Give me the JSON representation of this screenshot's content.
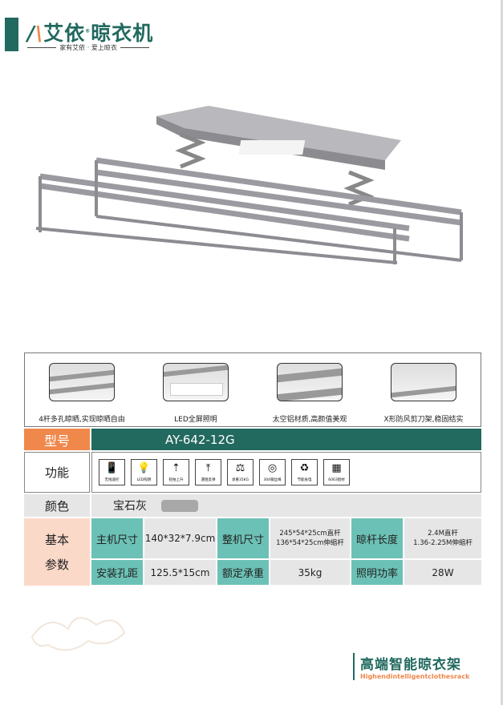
{
  "brand": {
    "logo_text": "艾依",
    "logo_suffix": "晾衣机",
    "slogan": "家有艾依 · 爱上晾衣"
  },
  "features": [
    {
      "caption": "4杆多孔晾晒,实现晾晒自由",
      "icon": "rack-thumbnail"
    },
    {
      "caption": "LED全屏照明",
      "icon": "led-panel-thumbnail"
    },
    {
      "caption": "太空铝材质,高颜值美观",
      "icon": "aluminum-bar-thumbnail"
    },
    {
      "caption": "X形防风剪刀架,稳固结实",
      "icon": "scissor-arm-thumbnail"
    }
  ],
  "model": {
    "label": "型号",
    "value": "AY-642-12G"
  },
  "function": {
    "label": "功能",
    "items": [
      {
        "label": "无线遥控",
        "icon": "remote-icon",
        "glyph": "📱"
      },
      {
        "label": "LED照明",
        "icon": "led-icon",
        "glyph": "💡"
      },
      {
        "label": "轻拍上升",
        "icon": "hand-up-icon",
        "glyph": "⇡"
      },
      {
        "label": "遇阻反弹",
        "icon": "rebound-icon",
        "glyph": "⤒"
      },
      {
        "label": "承重35KG",
        "icon": "weight-icon",
        "glyph": "⚖"
      },
      {
        "label": "304钢丝绳",
        "icon": "steel-wire-icon",
        "glyph": "◎"
      },
      {
        "label": "节能省电",
        "icon": "recycle-icon",
        "glyph": "♻"
      },
      {
        "label": "6063铝材",
        "icon": "aluminum-icon",
        "glyph": "▦"
      }
    ]
  },
  "color": {
    "label": "颜色",
    "value": "宝石灰",
    "swatch": "#a8a8a8"
  },
  "params": {
    "label1": "基本",
    "label2": "参数",
    "rows": [
      [
        {
          "k": "主机尺寸",
          "v": "140*32*7.9cm"
        },
        {
          "k": "整机尺寸",
          "v": "245*54*25cm直杆\n136*54*25cm伸缩杆"
        },
        {
          "k": "晾杆长度",
          "v": "2.4M直杆\n1.36-2.25M伸缩杆"
        }
      ],
      [
        {
          "k": "安装孔距",
          "v": "125.5*15cm"
        },
        {
          "k": "额定承重",
          "v": "35kg"
        },
        {
          "k": "照明功率",
          "v": "28W"
        }
      ]
    ]
  },
  "tagline": {
    "cn": "高端智能晾衣架",
    "en": "Highendintelligentclothesrack"
  },
  "colors": {
    "teal": "#22695f",
    "orange": "#f0884c",
    "mint": "#6cc1b6",
    "peach": "#fbd9c8"
  }
}
